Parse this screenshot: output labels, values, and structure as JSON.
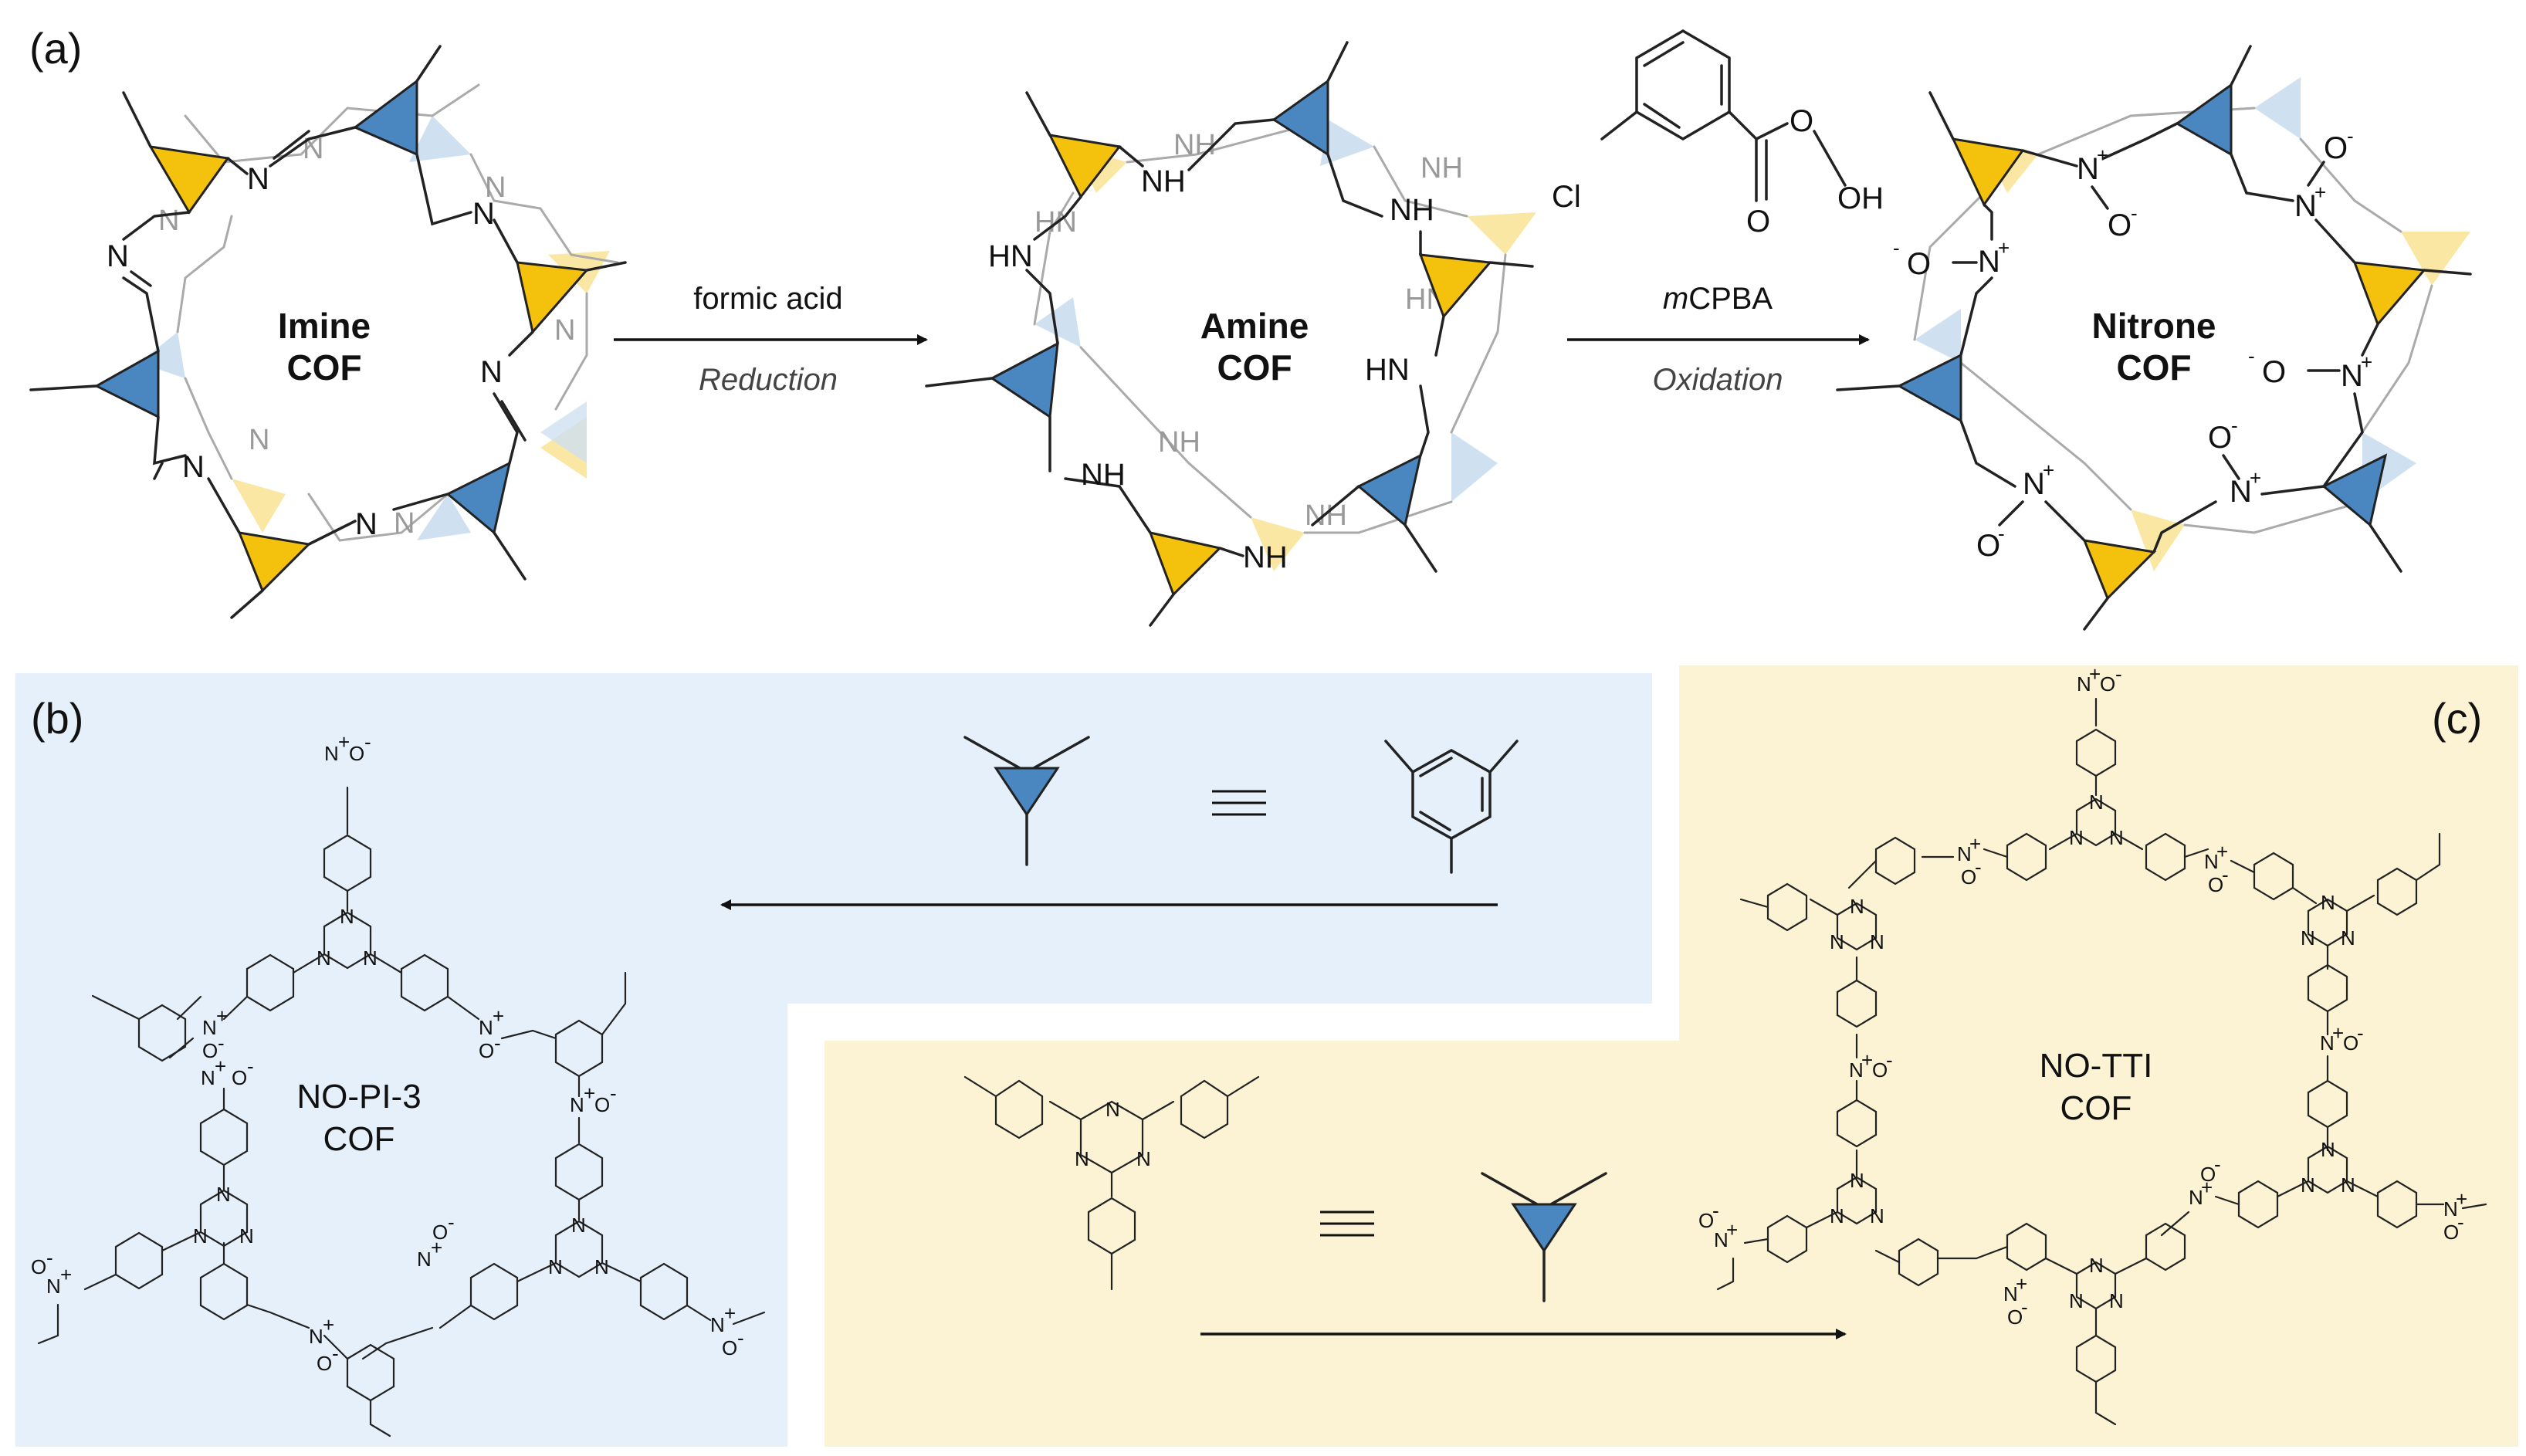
{
  "panel_a": {
    "label": "(a)",
    "imine_cof": {
      "line1": "Imine",
      "line2": "COF"
    },
    "amine_cof": {
      "line1": "Amine",
      "line2": "COF"
    },
    "nitrone_cof": {
      "line1": "Nitrone",
      "line2": "COF"
    },
    "step1": {
      "reagent": "formic acid",
      "process": "Reduction"
    },
    "step2": {
      "reagent_prefix": "m",
      "reagent_rest": "CPBA",
      "process": "Oxidation"
    },
    "mcpba_atoms": {
      "cl": "Cl",
      "o1": "O",
      "o2": "O",
      "oh": "OH"
    },
    "atoms": {
      "N": "N",
      "NH": "NH",
      "HN": "HN",
      "Nplus": "N+",
      "Ominus": "O-"
    }
  },
  "panel_b": {
    "label": "(b)",
    "cof_line1": "NO-PI-3",
    "cof_line2": "COF",
    "atoms": {
      "N": "N",
      "Nplus": "N+",
      "Ominus": "O-"
    }
  },
  "panel_c": {
    "label": "(c)",
    "cof_line1": "NO-TTI",
    "cof_line2": "COF",
    "atoms": {
      "N": "N",
      "Nplus": "N+",
      "Ominus": "O-"
    }
  },
  "colors": {
    "blue_triangle": "#4a86c0",
    "yellow_triangle": "#f4c20d",
    "panel_b_background": "#e6f0fa",
    "panel_c_background": "#fcf3d4"
  }
}
